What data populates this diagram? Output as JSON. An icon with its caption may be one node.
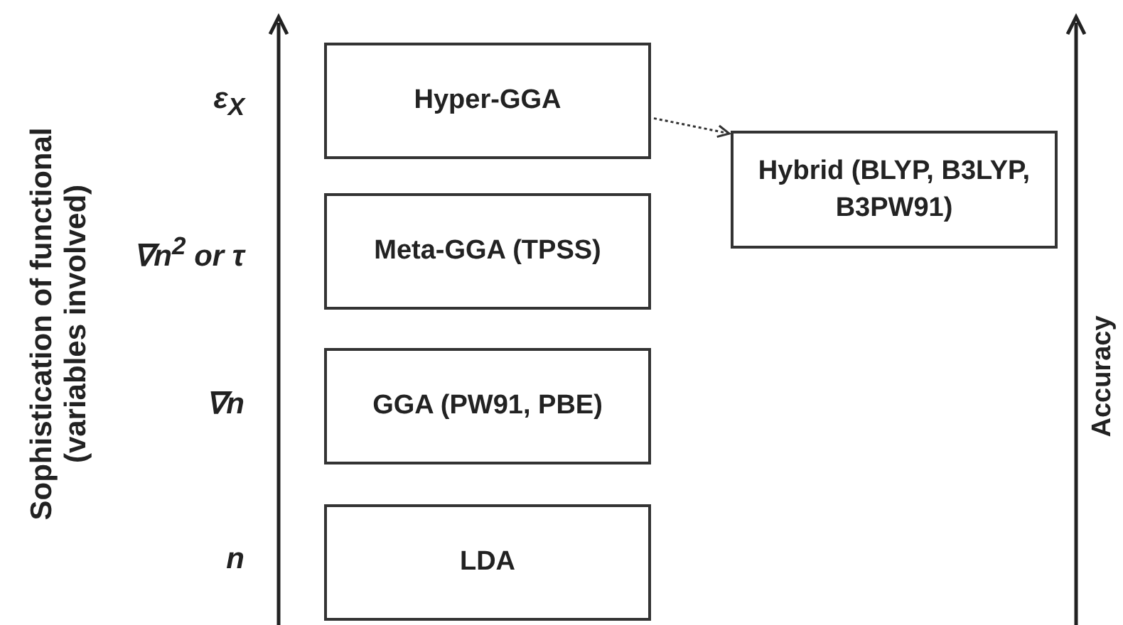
{
  "diagram": {
    "nodes": [
      {
        "text": [
          "Hyper-GGA"
        ]
      },
      {
        "text": [
          "Meta-GGA (TPSS)"
        ]
      },
      {
        "text": [
          "GGA (PW91, PBE)"
        ]
      },
      {
        "text": [
          "LDA"
        ]
      },
      {
        "text": [
          "Hybrid (BLYP, B3LYP, B3PW91)"
        ]
      }
    ],
    "edges": [
      {
        "from": 0,
        "to": 4,
        "arrow": "to",
        "style": "dashed"
      }
    ],
    "labels": [
      "Sophistication of functional (variables involved)",
      "ε$_{X}$",
      "∇n$^{2}$ or τ",
      "∇n",
      "n",
      "Accuracy"
    ]
  }
}
